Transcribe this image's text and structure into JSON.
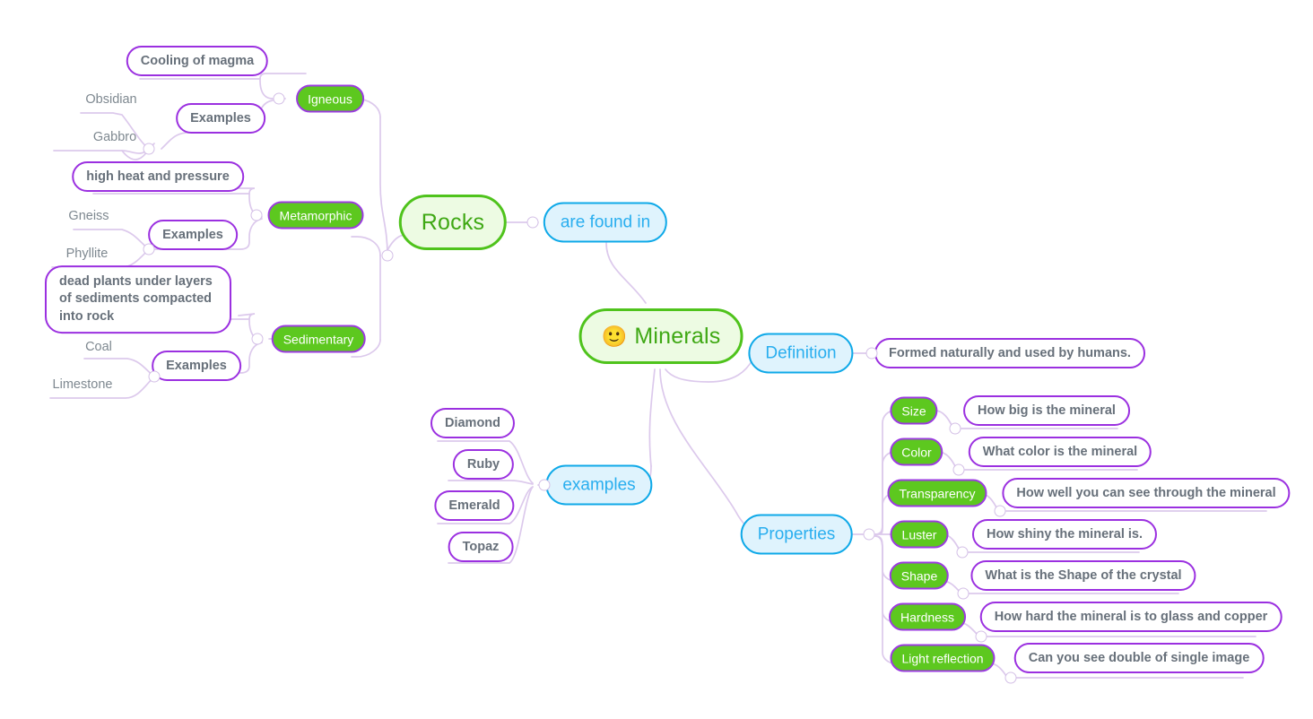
{
  "theme": {
    "background": "#ffffff",
    "wire_color": "#DCC9EC",
    "root_fill": "#EDFBE3",
    "root_border": "#4FC31C",
    "root_text": "#3FA814",
    "blue_fill": "#DFF3FD",
    "blue_border": "#0FA9E8",
    "blue_text": "#29AEEF",
    "green_pill_fill": "#5DC81F",
    "green_pill_border": "#9B3BE0",
    "green_pill_text": "#ffffff",
    "white_node_border": "#9B30E0",
    "white_node_text": "#67707A",
    "plain_text": "#7E8890",
    "dot_border": "#D3BFE6"
  },
  "map": {
    "roots": {
      "rocks": {
        "label": "Rocks"
      },
      "minerals": {
        "label": "Minerals",
        "emoji": "🙂"
      }
    },
    "relations": {
      "are_found_in": {
        "label": "are found in"
      },
      "definition": {
        "label": "Definition"
      },
      "examples": {
        "label": "examples"
      },
      "properties": {
        "label": "Properties"
      }
    },
    "rock_types": [
      {
        "label": "Igneous"
      },
      {
        "label": "Metamorphic"
      },
      {
        "label": "Sedimentary"
      }
    ],
    "igneous": {
      "formation": "Cooling of magma",
      "examples_label": "Examples",
      "examples": [
        "Obsidian",
        "Gabbro"
      ]
    },
    "metamorphic": {
      "formation": "high heat and pressure",
      "examples_label": "Examples",
      "examples": [
        "Gneiss",
        "Phyllite"
      ]
    },
    "sedimentary": {
      "formation": "dead plants under layers of sediments compacted into rock",
      "examples_label": "Examples",
      "examples": [
        "Coal",
        "Limestone"
      ]
    },
    "definition_detail": "Formed naturally and used by humans.",
    "mineral_examples": [
      "Diamond",
      "Ruby",
      "Emerald",
      "Topaz"
    ],
    "properties": [
      {
        "name": "Size",
        "detail": "How big is the mineral"
      },
      {
        "name": "Color",
        "detail": "What color is the mineral"
      },
      {
        "name": "Transparency",
        "detail": "How well you can see through the mineral"
      },
      {
        "name": "Luster",
        "detail": "How shiny the mineral is."
      },
      {
        "name": "Shape",
        "detail": "What is the Shape of the crystal"
      },
      {
        "name": "Hardness",
        "detail": "How hard the mineral is to glass and copper"
      },
      {
        "name": "Light reflection",
        "detail": "Can you see double of single image"
      }
    ]
  }
}
